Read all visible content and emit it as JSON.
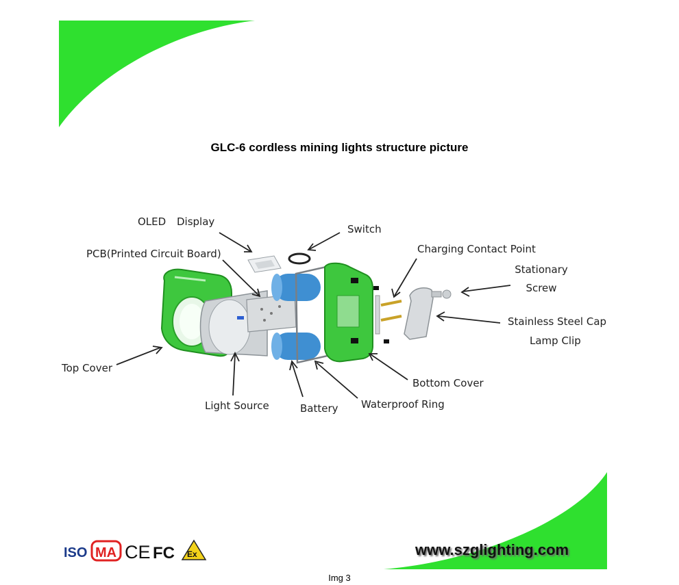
{
  "title": "GLC-6 cordless mining lights structure picture",
  "labels": {
    "oled": "OLED",
    "display": "Display",
    "switch": "Switch",
    "pcb": "PCB(Printed Circuit Board)",
    "charging_contact_point": "Charging Contact Point",
    "stationary": "Stationary",
    "screw": "Screw",
    "stainless_steel_cap": "Stainless Steel Cap",
    "lamp_clip": "Lamp Clip",
    "top_cover": "Top Cover",
    "bottom_cover": "Bottom Cover",
    "light_source": "Light Source",
    "battery": "Battery",
    "waterproof_ring": "Waterproof Ring"
  },
  "certifications": {
    "iso": "ISO",
    "ma": "MA",
    "ce": "CE",
    "fc": "FC",
    "ex": "Ex"
  },
  "website": "www.szglighting.com",
  "caption": "Img 3",
  "colors": {
    "brand_green": "#2fe02f",
    "lamp_green": "#3ec73e",
    "battery_blue": "#3f8fd2"
  }
}
